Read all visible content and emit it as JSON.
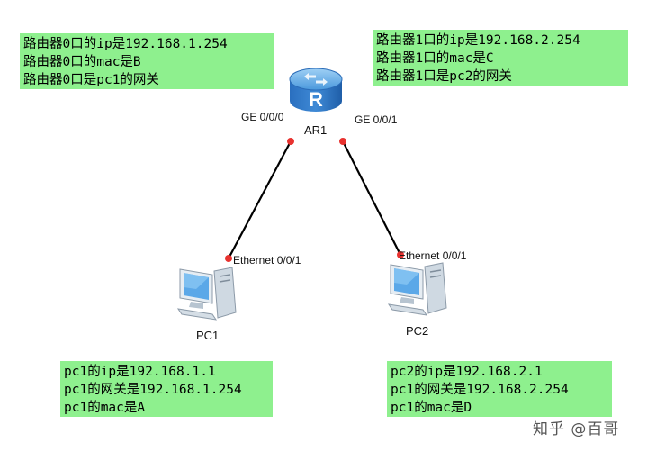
{
  "router": {
    "name": "AR1",
    "icon_letter": "R",
    "port0": "GE 0/0/0",
    "port1": "GE 0/0/1",
    "notes_left": [
      "路由器0口的ip是192.168.1.254",
      "路由器0口的mac是B",
      "路由器0口是pc1的网关"
    ],
    "notes_right": [
      "路由器1口的ip是192.168.2.254",
      "路由器1口的mac是C",
      "路由器1口是pc2的网关"
    ]
  },
  "pc1": {
    "name": "PC1",
    "port": "Ethernet 0/0/1",
    "notes": [
      "pc1的ip是192.168.1.1",
      "pc1的网关是192.168.1.254",
      "pc1的mac是A"
    ]
  },
  "pc2": {
    "name": "PC2",
    "port": "Ethernet 0/0/1",
    "notes": [
      "pc2的ip是192.168.2.1",
      "pc1的网关是192.168.2.254",
      "pc1的mac是D"
    ]
  },
  "watermark": "知乎 @百哥",
  "colors": {
    "note_bg": "#8ef08e",
    "link": "#000000",
    "port_dot": "#e8322f",
    "router_body": "#2f78c8"
  }
}
